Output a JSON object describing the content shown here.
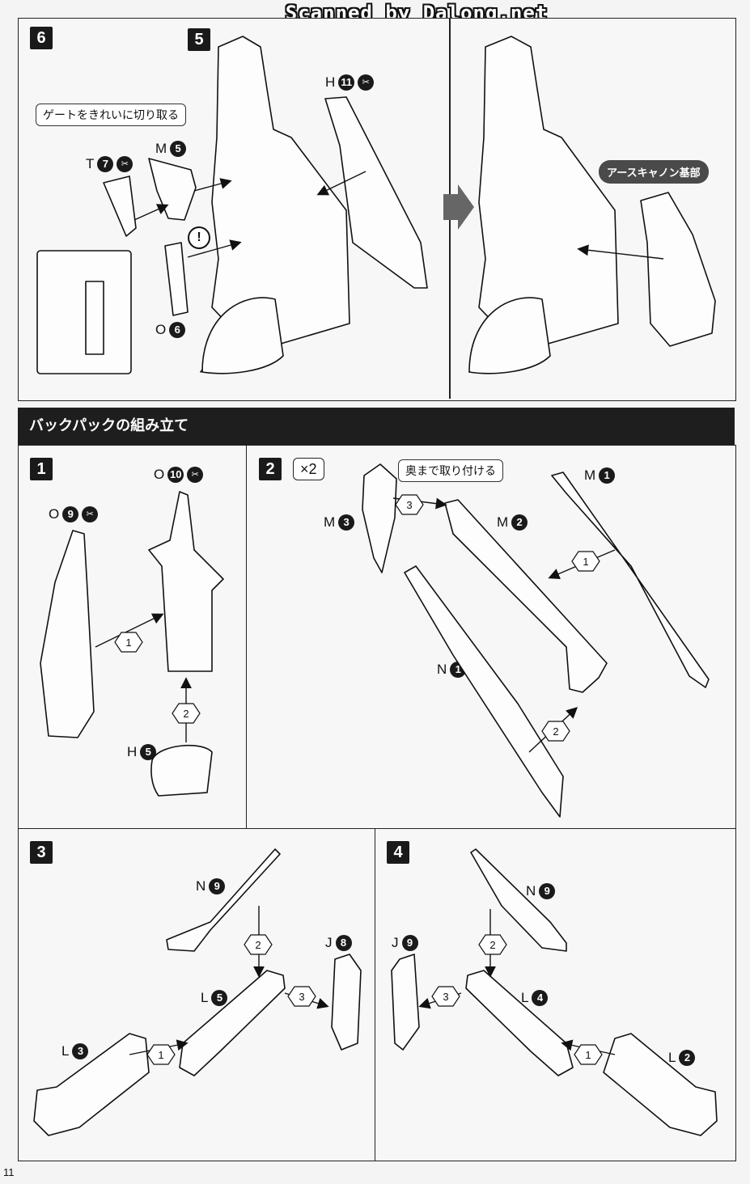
{
  "watermark": "Scanned by Dalong.net",
  "page_number": "11",
  "section_title": "バックパックの組み立て",
  "top": {
    "step": "6",
    "sub_step": "5",
    "gate_note": "ゲートをきれいに切り取る",
    "earth_cannon_label": "アースキャノン基部",
    "parts": {
      "H": {
        "letter": "H",
        "num": "11"
      },
      "T": {
        "letter": "T",
        "num": "7"
      },
      "M": {
        "letter": "M",
        "num": "5"
      },
      "O": {
        "letter": "O",
        "num": "6"
      }
    },
    "warn": "!"
  },
  "step1": {
    "num": "1",
    "parts": {
      "O9": {
        "letter": "O",
        "num": "9"
      },
      "O10": {
        "letter": "O",
        "num": "10"
      },
      "H5": {
        "letter": "H",
        "num": "5"
      }
    },
    "arrows": [
      "1",
      "2"
    ]
  },
  "step2": {
    "num": "2",
    "times": "×2",
    "note": "奥まで取り付ける",
    "parts": {
      "M3": {
        "letter": "M",
        "num": "3"
      },
      "M2": {
        "letter": "M",
        "num": "2"
      },
      "M1": {
        "letter": "M",
        "num": "1"
      },
      "N1": {
        "letter": "N",
        "num": "1"
      }
    },
    "arrows": [
      "3",
      "1",
      "2"
    ]
  },
  "step3": {
    "num": "3",
    "parts": {
      "N9": {
        "letter": "N",
        "num": "9"
      },
      "J8": {
        "letter": "J",
        "num": "8"
      },
      "L5": {
        "letter": "L",
        "num": "5"
      },
      "L3": {
        "letter": "L",
        "num": "3"
      }
    },
    "arrows": [
      "2",
      "3",
      "1"
    ]
  },
  "step4": {
    "num": "4",
    "parts": {
      "N9": {
        "letter": "N",
        "num": "9"
      },
      "J9": {
        "letter": "J",
        "num": "9"
      },
      "L4": {
        "letter": "L",
        "num": "4"
      },
      "L2": {
        "letter": "L",
        "num": "2"
      }
    },
    "arrows": [
      "2",
      "3",
      "1"
    ]
  }
}
